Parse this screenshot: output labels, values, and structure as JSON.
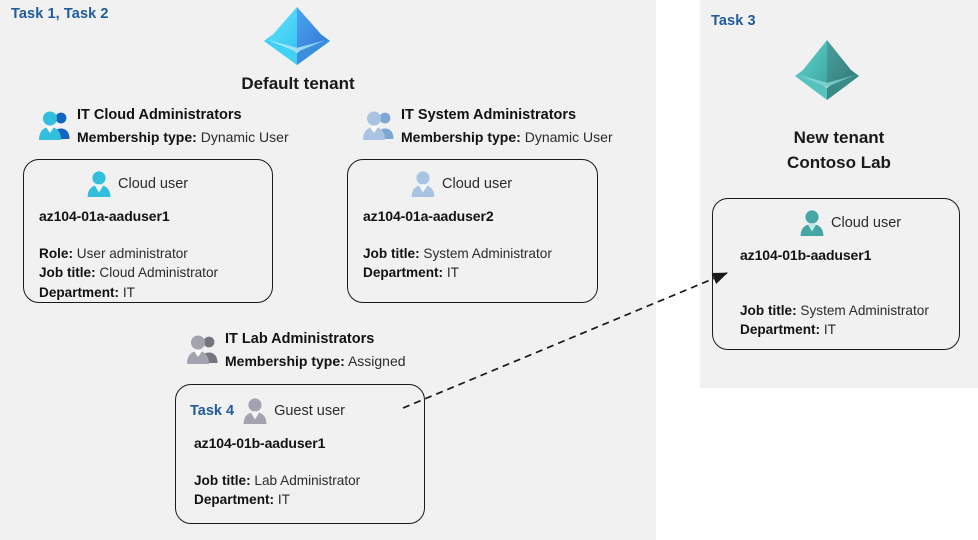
{
  "colors": {
    "panel_bg": "#f1f1f1",
    "page_bg": "#ffffff",
    "task_label": "#1f5c99",
    "text": "#121212",
    "value_text": "#2b2b2b",
    "card_border": "#1a1a1a",
    "tenant_blue_light": "#50e6ff",
    "tenant_blue_dark": "#3d8fe0",
    "tenant_teal_light": "#56c7c4",
    "tenant_teal_dark": "#3b8f8c",
    "user_cyan": "#32bedd",
    "user_steel": "#a8c4e2",
    "user_gray": "#a3a3b0",
    "user_teal": "#45a7a5"
  },
  "left_panel": {
    "task_label": "Task 1, Task 2",
    "tenant": {
      "icon": "azure-tenant-icon",
      "title": "Default tenant"
    },
    "groups": [
      {
        "icon": "group-users-icon",
        "name": "IT Cloud Administrators",
        "meta_label": "Membership type:",
        "meta_value": "Dynamic User",
        "icon_color": "cyan",
        "card": {
          "task_label": "",
          "user_icon": "cloud-user-icon",
          "icon_color": "cyan",
          "user_type": "Cloud user",
          "upn": "az104-01a-aaduser1",
          "props": [
            {
              "label": "Role:",
              "value": "User administrator"
            },
            {
              "label": "Job title:",
              "value": "Cloud Administrator"
            },
            {
              "label": "Department:",
              "value": "IT"
            }
          ]
        }
      },
      {
        "icon": "group-users-icon",
        "name": "IT System Administrators",
        "meta_label": "Membership type:",
        "meta_value": "Dynamic User",
        "icon_color": "steel",
        "card": {
          "task_label": "",
          "user_icon": "cloud-user-icon",
          "icon_color": "steel",
          "user_type": "Cloud user",
          "upn": "az104-01a-aaduser2",
          "props": [
            {
              "label": "Job title:",
              "value": "System Administrator"
            },
            {
              "label": "Department:",
              "value": "IT"
            }
          ]
        }
      },
      {
        "icon": "group-users-icon",
        "name": "IT Lab Administrators",
        "meta_label": "Membership type:",
        "meta_value": "Assigned",
        "icon_color": "gray",
        "card": {
          "task_label": "Task 4",
          "user_icon": "guest-user-icon",
          "icon_color": "gray",
          "user_type": "Guest user",
          "upn": "az104-01b-aaduser1",
          "props": [
            {
              "label": "Job title:",
              "value": "Lab Administrator"
            },
            {
              "label": "Department:",
              "value": "IT"
            }
          ]
        }
      }
    ]
  },
  "right_panel": {
    "task_label": "Task 3",
    "tenant": {
      "icon": "azure-tenant-icon",
      "title_line1": "New  tenant",
      "title_line2": "Contoso Lab"
    },
    "card": {
      "user_icon": "cloud-user-icon",
      "icon_color": "teal",
      "user_type": "Cloud user",
      "upn": "az104-01b-aaduser1",
      "props": [
        {
          "label": "Job title:",
          "value": "System Administrator"
        },
        {
          "label": "Department:",
          "value": "IT"
        }
      ]
    }
  },
  "connector": {
    "name": "dashed-arrow-guest-to-tenant",
    "style": "dashed",
    "from": "IT Lab Administrators guest user card",
    "to": "Contoso Lab cloud user card"
  }
}
